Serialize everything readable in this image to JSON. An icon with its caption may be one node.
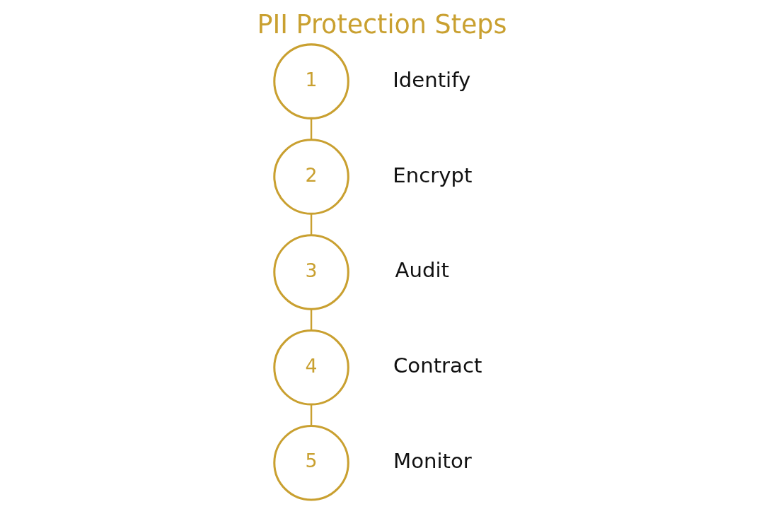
{
  "diagram": {
    "title": "PII Protection Steps",
    "nodes": [
      {
        "text": [
          "1"
        ],
        "beside": [
          "Identify"
        ]
      },
      {
        "text": [
          "2"
        ],
        "beside": [
          "Encrypt"
        ]
      },
      {
        "text": [
          "3"
        ],
        "beside": [
          "Audit"
        ]
      },
      {
        "text": [
          "4"
        ],
        "beside": [
          "Contract"
        ]
      },
      {
        "text": [
          "5"
        ],
        "beside": [
          "Monitor"
        ]
      }
    ],
    "edges": [
      {
        "from": 0,
        "to": 1,
        "arrow": "none"
      },
      {
        "from": 1,
        "to": 2,
        "arrow": "none"
      },
      {
        "from": 2,
        "to": 3,
        "arrow": "none"
      },
      {
        "from": 3,
        "to": 4,
        "arrow": "none"
      }
    ]
  }
}
